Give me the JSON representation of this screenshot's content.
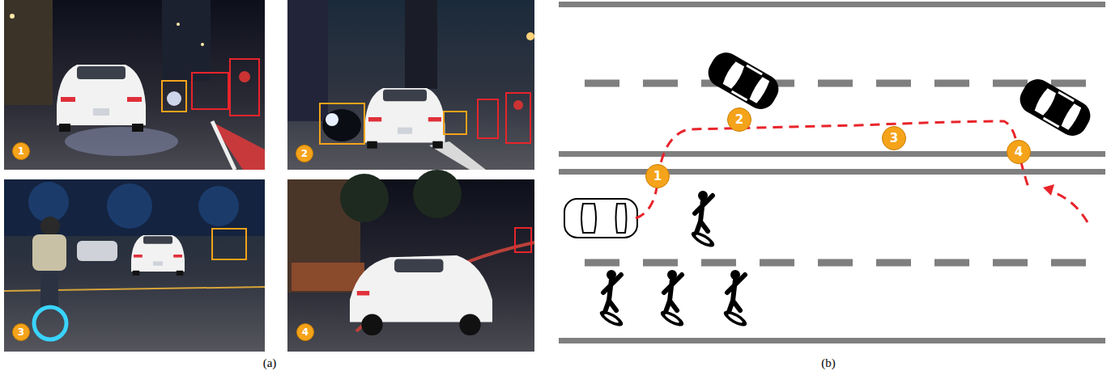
{
  "diagram": {
    "nodes": [
      {
        "text": [
          "1"
        ]
      },
      {
        "text": [
          "2"
        ]
      },
      {
        "text": [
          "3"
        ]
      },
      {
        "text": [
          "4"
        ]
      },
      {
        "text": [
          "1"
        ]
      },
      {
        "text": [
          "2"
        ]
      },
      {
        "text": [
          "3"
        ]
      },
      {
        "text": [
          "4"
        ]
      }
    ],
    "labels": [
      "(a)",
      "(b)"
    ]
  }
}
